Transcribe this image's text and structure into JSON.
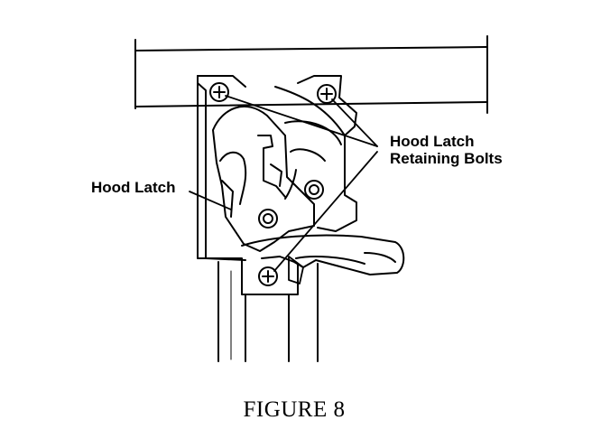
{
  "labels": {
    "hood_latch": "Hood Latch",
    "retaining_bolts_line1": "Hood Latch",
    "retaining_bolts_line2": "Retaining Bolts"
  },
  "caption": "FIGURE 8",
  "colors": {
    "ink": "#000000",
    "paper": "#ffffff"
  }
}
